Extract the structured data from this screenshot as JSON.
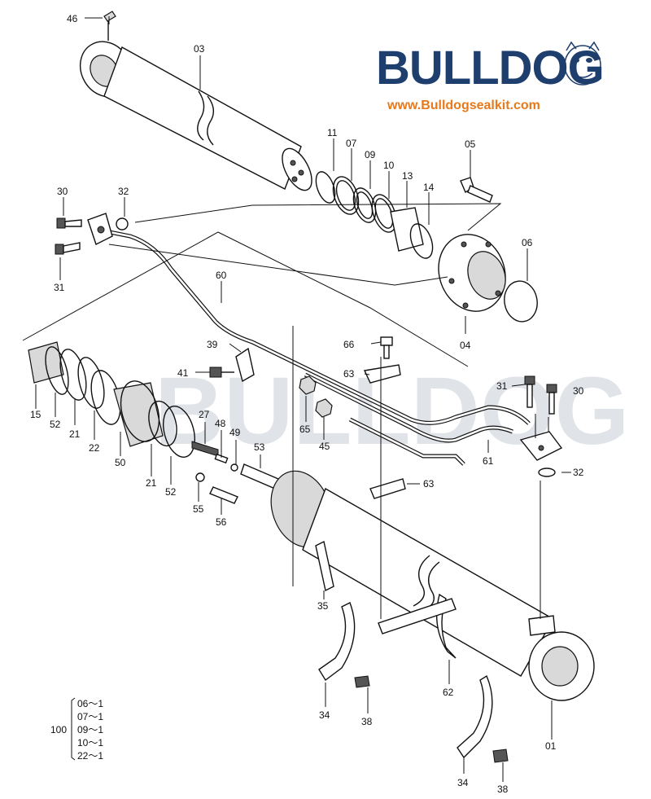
{
  "brand": {
    "name": "BULLDOG",
    "url": "www.Bulldogsealkit.com",
    "watermark": "BULLDOG",
    "color": "#1e3e6e",
    "url_color": "#e8791b"
  },
  "part_labels": {
    "p46": "46",
    "p03": "03",
    "p11": "11",
    "p07": "07",
    "p09": "09",
    "p10": "10",
    "p13": "13",
    "p14": "14",
    "p05": "05",
    "p06": "06",
    "p04": "04",
    "p30a": "30",
    "p32a": "32",
    "p31a": "31",
    "p60": "60",
    "p39": "39",
    "p41": "41",
    "p66": "66",
    "p63a": "63",
    "p65": "65",
    "p45": "45",
    "p31b": "31",
    "p30b": "30",
    "p61": "61",
    "p32b": "32",
    "p63b": "63",
    "p15": "15",
    "p52a": "52",
    "p21a": "21",
    "p22": "22",
    "p50": "50",
    "p21b": "21",
    "p52b": "52",
    "p27": "27",
    "p48": "48",
    "p49": "49",
    "p53": "53",
    "p55": "55",
    "p56": "56",
    "p35": "35",
    "p34a": "34",
    "p38a": "38",
    "p62": "62",
    "p34b": "34",
    "p38b": "38",
    "p01": "01"
  },
  "kit": {
    "number": "100",
    "items": [
      "06～1",
      "07～1",
      "09～1",
      "10～1",
      "22～1"
    ]
  }
}
